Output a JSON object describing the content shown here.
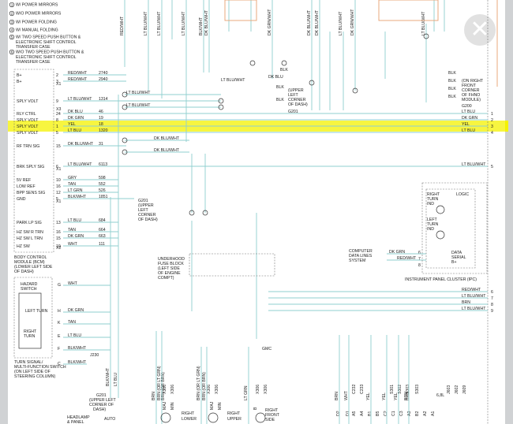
{
  "legend": [
    "W/ POWER MIRRORS",
    "W/O POWER MIRRORS",
    "W/ POWER FOLDING",
    "W/ MANUAL FOLDING",
    "W/ TWO SPEED PUSH BUTTON &",
    "ELECTRONIC SHIFT CONTROL",
    "TRANSFER CASE",
    "W/O TWO SPEED PUSH BUTTON &",
    "ELECTRONIC SHIFT CONTROL",
    "TRANSFER CASE"
  ],
  "legend_nums": [
    "1",
    "2",
    "3",
    "4",
    "5",
    "6"
  ],
  "bcm_pins": [
    {
      "label": "B+",
      "pin": "2",
      "wire": "RED/WHT",
      "circuit": "2740"
    },
    {
      "label": "B+",
      "pin": "3",
      "wire": "RED/WHT",
      "circuit": "2940"
    },
    {
      "label": "SPLY VOLT",
      "pin": "9",
      "wire": "LT BLU/WHT",
      "circuit": "1314"
    },
    {
      "label": "RLY CTRL",
      "pin": "24",
      "wire": "DK BLU",
      "circuit": "46"
    },
    {
      "label": "SPLY VOLT",
      "pin": "8",
      "wire": "DK GRN",
      "circuit": "19"
    },
    {
      "label": "SPLY VOLT",
      "pin": "1",
      "wire": "YEL",
      "circuit": "18"
    },
    {
      "label": "SPLY VOLT",
      "pin": "5",
      "wire": "LT BLU",
      "circuit": "1320"
    },
    {
      "label": "RF TRN SIG",
      "pin": "15",
      "wire": "DK BLU/WHT",
      "circuit": "31"
    },
    {
      "label": "BRK SPLY SIG",
      "pin": "6",
      "wire": "LT BLU/WHT",
      "circuit": "6113"
    },
    {
      "label": "5V REF",
      "pin": "10",
      "wire": "GRY",
      "circuit": "598"
    },
    {
      "label": "LOW REF",
      "pin": "16",
      "wire": "TAN",
      "circuit": "552"
    },
    {
      "label": "BPP SENS SIG",
      "pin": "12",
      "wire": "LT GRN",
      "circuit": "526"
    },
    {
      "label": "GND",
      "pin": "5",
      "wire": "BLK/WHT",
      "circuit": "1851"
    },
    {
      "label": "PARK LP SIG",
      "pin": "13",
      "wire": "LT BLU",
      "circuit": "684"
    },
    {
      "label": "HZ SW R TRN",
      "pin": "16",
      "wire": "TAN",
      "circuit": "664"
    },
    {
      "label": "HZ SW L TRN",
      "pin": "15",
      "wire": "DK GRN",
      "circuit": "663"
    },
    {
      "label": "HZ SW",
      "pin": "19",
      "wire": "WHT",
      "circuit": "111"
    }
  ],
  "connectors": [
    "X1",
    "X3",
    "X1",
    "X1",
    "X2"
  ],
  "bcm_label": "BODY CONTROL MODULE (BCM) (LOWER LEFT SIDE OF DASH)",
  "g201_label": "G201 (UPPER LEFT CORNER OF DASH)",
  "g201_a": "G201",
  "g201_b": "G201 (UPPER LEFT CORNER OF DASH)",
  "g200_label": "G200",
  "upper_left_corner": "(UPPER LEFT CORNER OF DASH)",
  "right_front_corner": "(ON RIGHT FRONT CORNER OF FHNO MODULE)",
  "underhood_fuse": "UNDERHOOD FUSE BLOCK (LEFT SIDE OF ENGINE COMPT)",
  "ipc_label": "INSTRUMENT PANEL CLUSTER (IPC)",
  "computer_data": "COMPUTER DATA LINES SYSTEM",
  "data_serial": "DATA SERIAL B+",
  "logic": "LOGIC",
  "right_turn_ind": "RIGHT TURN IND",
  "left_turn_ind": "LEFT TURN IND",
  "hazard_switch": "HAZARD SWITCH",
  "left_turn": "LEFT TURN",
  "right_turn": "RIGHT TURN",
  "turn_signal_switch": "TURN SIGNAL/ MULTI-FUNCTION SWITCH (ON LEFT SIDE OF STEERING COLUMN)",
  "headlamp_panel": "HEADLAMP & PANEL",
  "auto": "AUTO",
  "gmc": "GMC",
  "right_lower": "RIGHT LOWER",
  "right_upper": "RIGHT UPPER",
  "right_front_side": "RIGHT FRONT SIDE",
  "right_pins": [
    "1",
    "2",
    "3",
    "4",
    "5",
    "6",
    "7",
    "8",
    "9"
  ],
  "right_wires": [
    "LT BLU",
    "DK GRN",
    "YEL",
    "LT BLU",
    "LT BLU/WHT",
    "RED/WHT",
    "LT BLU/WHT",
    "BRN",
    "LT BLU/WHT"
  ],
  "top_wires": [
    "RED/WHT",
    "LT BLU/WHT",
    "LT BLU/WHT",
    "LT BLU/WHT",
    "BLK/WHT",
    "DK BLU/WHT",
    "DK GRN/WHT",
    "DK BLU/WHT",
    "DK BLU/WHT",
    "LT BLU/WHT",
    "DK GRN/WHT",
    "LT BLU/WHT"
  ],
  "mid_wires": [
    "LT BLU/WHT",
    "LT BLU/WHT",
    "DK BLU/WHT",
    "DK BLU/WHT",
    "LT BLU/WHT",
    "DK BLU",
    "BLK",
    "BLK",
    "BLK"
  ],
  "bottom_wires": [
    "BRN",
    "BRN (OR LT GRN)",
    "BRN (OR BRN)",
    "BRN (OR LT GRN)",
    "BRN (OR BRN)",
    "LT GRN",
    "BRN",
    "WHT",
    "YEL",
    "YEL",
    "YEL",
    "BRN",
    "BRN",
    "BLK/WHT",
    "LT BLU"
  ],
  "circuit_refs": [
    "J230",
    "S301",
    "S302",
    "S303",
    "X306",
    "X306",
    "X306",
    "X306",
    "X306",
    "X306",
    "C232",
    "C233",
    "S303",
    "J603",
    "J602",
    "J609",
    "6,8L"
  ],
  "bottom_pins": [
    "D2",
    "D1",
    "A5",
    "A4",
    "B1",
    "B5",
    "C2",
    "C1",
    "C3",
    "A3",
    "B2",
    "A2",
    "A1",
    "MAJ",
    "MIN",
    "MAJ",
    "MIN",
    "B"
  ],
  "hazard_pins": [
    "G",
    "H",
    "K",
    "E",
    "F",
    "C"
  ],
  "ipc_pins": [
    "6",
    "7",
    "8"
  ],
  "close_icon": "close-icon"
}
